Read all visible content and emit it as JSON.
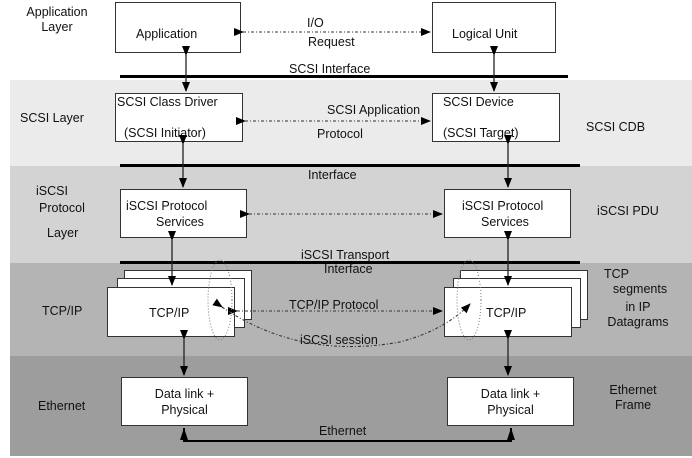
{
  "diagram": {
    "layers": [
      {
        "id": "application",
        "label_lines": [
          "Application",
          "Layer"
        ]
      },
      {
        "id": "scsi",
        "label_lines": [
          "SCSI Layer"
        ],
        "right_label_lines": [
          "SCSI CDB"
        ]
      },
      {
        "id": "iscsi",
        "label_lines": [
          "iSCSI",
          "Protocol",
          "Layer"
        ],
        "right_label_lines": [
          "iSCSI PDU"
        ]
      },
      {
        "id": "tcpip",
        "label_lines": [
          "TCP/IP"
        ],
        "right_label_lines": [
          "TCP",
          "segments",
          "in IP",
          "Datagrams"
        ]
      },
      {
        "id": "ethernet",
        "label_lines": [
          "Ethernet"
        ],
        "right_label_lines": [
          "Ethernet",
          "Frame"
        ]
      }
    ],
    "boxes": {
      "application": "Application",
      "logical_unit": "Logical Unit",
      "scsi_class_driver": [
        "SCSI Class Driver",
        "(SCSI Initiator)"
      ],
      "scsi_device": [
        "SCSI Device",
        "(SCSI Target)"
      ],
      "iscsi_services_left": [
        "iSCSI Protocol",
        "Services"
      ],
      "iscsi_services_right": [
        "iSCSI Protocol",
        "Services"
      ],
      "tcpip_left": "TCP/IP",
      "tcpip_right": "TCP/IP",
      "datalink_left": [
        "Data link +",
        "Physical"
      ],
      "datalink_right": [
        "Data link +",
        "Physical"
      ]
    },
    "interfaces": {
      "scsi_interface": "SCSI Interface",
      "interface": "Interface",
      "iscsi_transport": [
        "iSCSI Transport",
        "Interface"
      ],
      "ethernet": "Ethernet"
    },
    "connections": {
      "io_request": [
        "I/O",
        "Request"
      ],
      "scsi_application_protocol": [
        "SCSI Application",
        "Protocol"
      ],
      "tcpip_protocol": "TCP/IP Protocol",
      "iscsi_session": "iSCSI session"
    }
  }
}
